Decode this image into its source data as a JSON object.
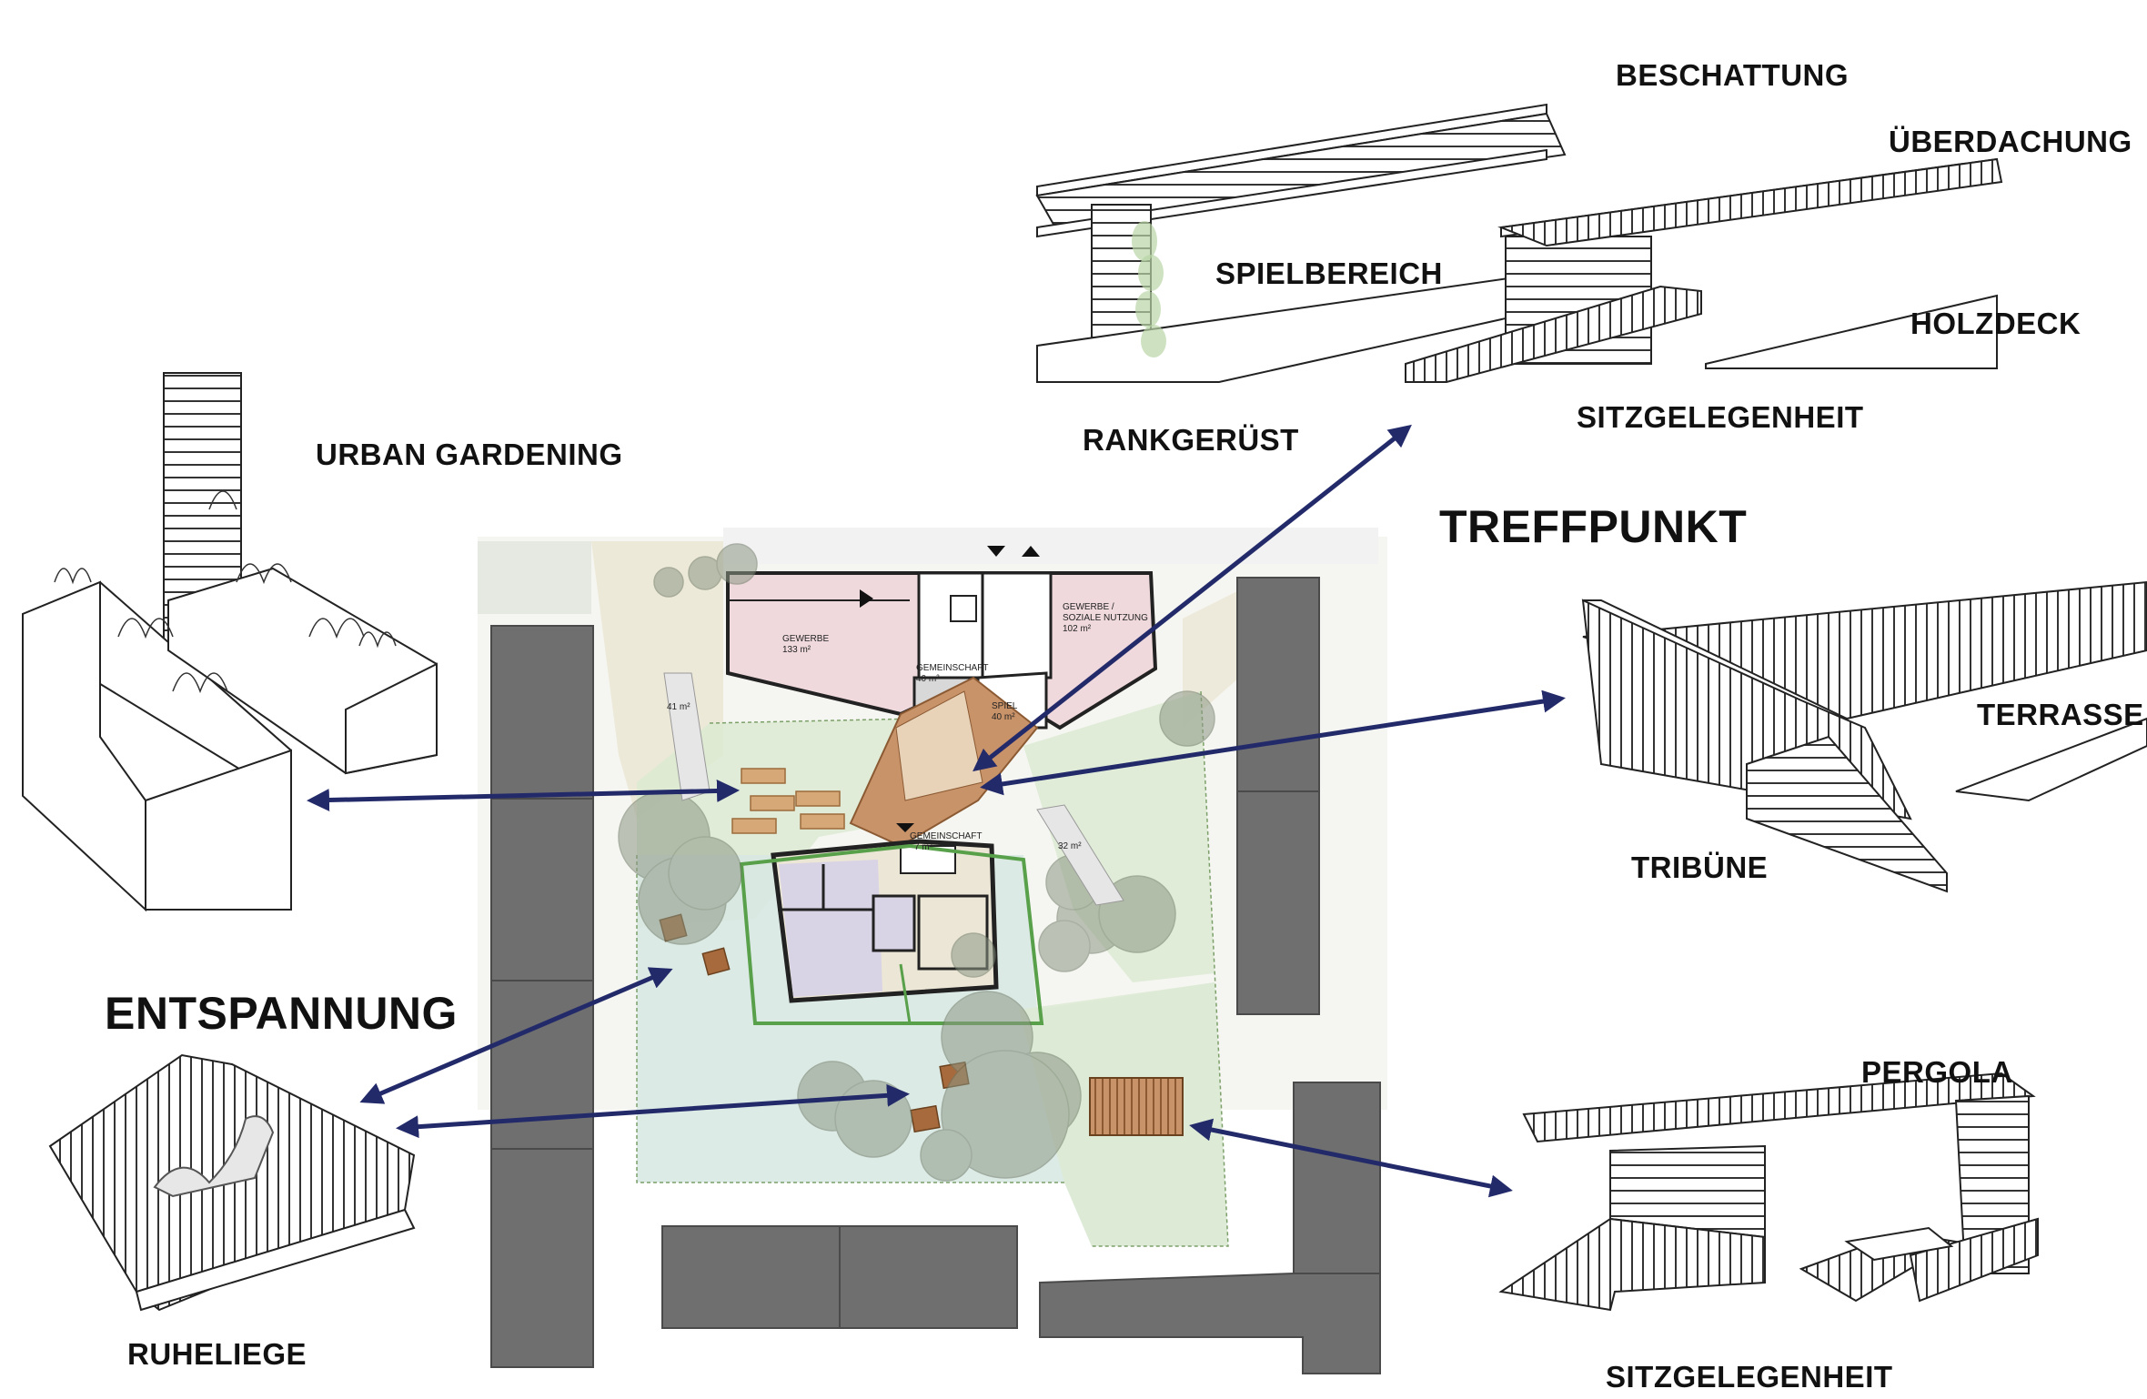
{
  "colors": {
    "arrow": "#232a6a",
    "building_dark": "#6f6f6f",
    "commercial_pink": "#efd9dc",
    "residential_purple": "#d9d3e6",
    "residential_beige": "#ece6d6",
    "green_area": "#dcead2",
    "teal_area": "#d7e8e3",
    "wood_deck": "#c9936a",
    "bench_brown": "#a76a3c",
    "tree_grey": "#8d9885"
  },
  "labels": {
    "beschattung": "BESCHATTUNG",
    "ueberdachung": "ÜBERDACHUNG",
    "spielbereich": "SPIELBEREICH",
    "holzdeck": "HOLZDECK",
    "rankgeruest": "RANKGERÜST",
    "sitzgelegenheit_top": "SITZGELEGENHEIT",
    "urban_gardening": "URBAN GARDENING",
    "treffpunkt": "TREFFPUNKT",
    "terrasse": "TERRASSE",
    "tribuene": "TRIBÜNE",
    "entspannung": "ENTSPANNUNG",
    "pergola": "PERGOLA",
    "ruheliege": "RUHELIEGE",
    "sitzgelegenheit_bottom": "SITZGELEGENHEIT"
  },
  "plan": {
    "gewerbe_left": "GEWERBE",
    "gewerbe_left_area": "133 m²",
    "gemeinschaft_top": "GEMEINSCHAFT",
    "gemeinschaft_top_area": "40 m²",
    "spiel": "SPIEL",
    "spiel_area": "40 m²",
    "gewerbe_right_1": "GEWERBE /",
    "gewerbe_right_2": "SOZIALE NUTZUNG",
    "gewerbe_right_area": "102 m²",
    "gemeinschaft_mid": "GEMEINSCHAFT",
    "gemeinschaft_mid_area": "7 m²",
    "area_41": "41 m²",
    "area_32": "32 m²"
  }
}
